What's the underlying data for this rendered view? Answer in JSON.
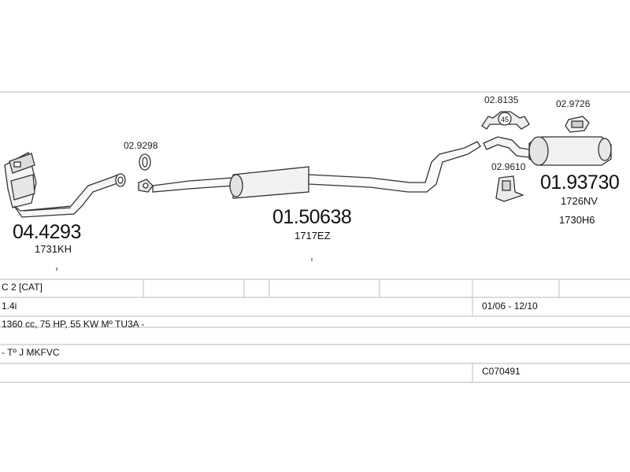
{
  "parts": {
    "cat_converter": {
      "number": "04.4293",
      "ref": "1731KH"
    },
    "gasket_9298": {
      "number": "02.9298"
    },
    "middle_silencer": {
      "number": "01.50638",
      "ref": "1717EZ"
    },
    "clamp_8135": {
      "number": "02.8135",
      "size": "45"
    },
    "mount_9726": {
      "number": "02.9726"
    },
    "mount_9610": {
      "number": "02.9610"
    },
    "rear_silencer": {
      "number": "01.93730",
      "ref1": "1726NV",
      "ref2": "1730H6"
    }
  },
  "vehicle": {
    "model": "C 2  [CAT]",
    "engine_size": "1.4i",
    "years": "01/06 - 12/10",
    "specs": "1360 cc, 75 HP, 55 KW Mº TU3A -",
    "code": "- Tº J MKFVC",
    "catalog_ref": "C070491"
  }
}
